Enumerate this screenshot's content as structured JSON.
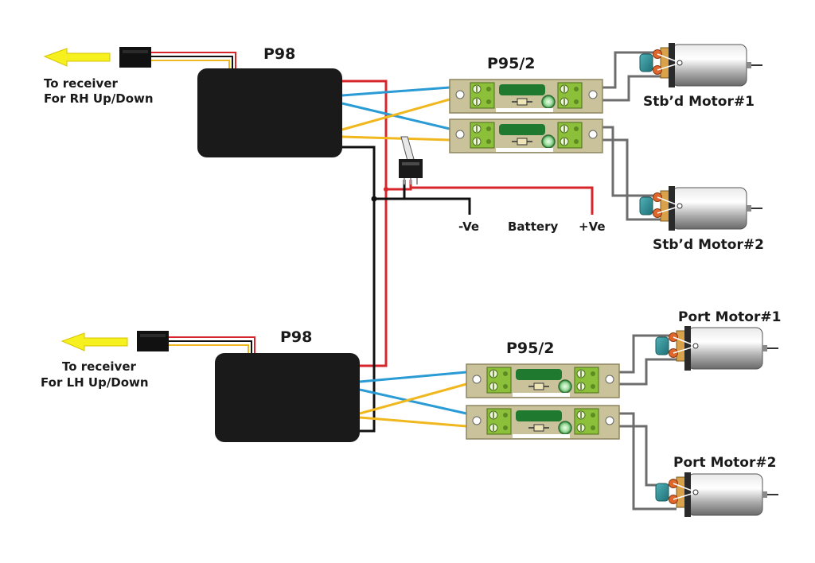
{
  "colors": {
    "background": "#ffffff",
    "module_body": "#1a1a1a",
    "board": "#c9c29a",
    "board_border": "#8e8560",
    "terminal_green": "#8cbf3a",
    "relay_green": "#1f7a30",
    "wire_red": "#d7262b",
    "wire_black": "#111111",
    "wire_blue": "#2a9bd4",
    "wire_yellow": "#f0b81e",
    "wire_grey": "#6d6d6d",
    "arrow_yellow": "#f5f01e",
    "motor_body": "#b8b8b8",
    "capacitor_teal": "#2c8f95",
    "terminal_orange": "#e0672c"
  },
  "labels": {
    "p98_top": "P98",
    "p98_bottom": "P98",
    "p95_top": "P95/2",
    "p95_bottom": "P95/2",
    "rh_line1": "To receiver",
    "rh_line2": "For RH Up/Down",
    "lh_line1": "To receiver",
    "lh_line2": "For LH Up/Down",
    "neg": "-Ve",
    "battery": "Battery",
    "pos": "+Ve",
    "motor_stbd1": "Stb’d Motor#1",
    "motor_stbd2": "Stb’d Motor#2",
    "motor_port1": "Port Motor#1",
    "motor_port2": "Port Motor#2"
  },
  "icons": {
    "arrow": "arrow-left-icon",
    "switch": "toggle-switch-icon",
    "motor": "dc-motor-icon",
    "connector": "servo-connector-icon"
  }
}
